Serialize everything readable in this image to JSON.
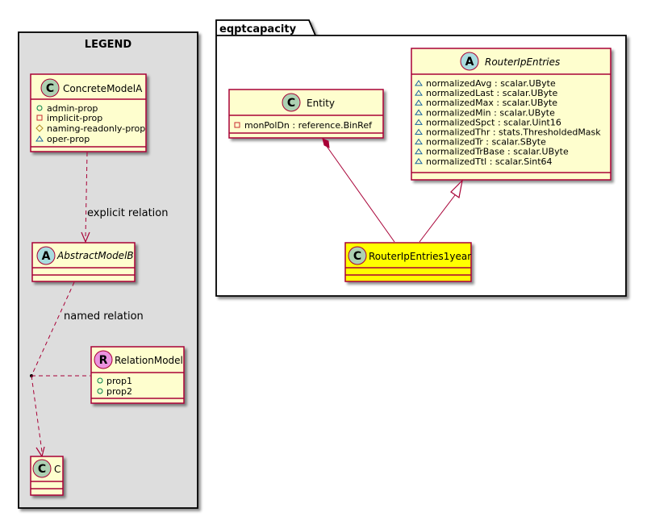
{
  "legend": {
    "title": "LEGEND",
    "concrete": {
      "stereotype": "C",
      "name": "ConcreteModelA",
      "attributes": [
        {
          "visibility": "+",
          "text": "admin-prop"
        },
        {
          "visibility": "-",
          "text": "implicit-prop"
        },
        {
          "visibility": "#",
          "text": "naming-readonly-prop"
        },
        {
          "visibility": "~",
          "text": "oper-prop"
        }
      ]
    },
    "explicit_relation_label": "explicit relation",
    "abstract": {
      "stereotype": "A",
      "name": "AbstractModelB"
    },
    "named_relation_label": "named relation",
    "relation_model": {
      "stereotype": "R",
      "name": "RelationModel",
      "attributes": [
        {
          "visibility": "+",
          "text": "prop1"
        },
        {
          "visibility": "+",
          "text": "prop2"
        }
      ]
    },
    "class_c": {
      "stereotype": "C",
      "name": "C"
    }
  },
  "package": {
    "name": "eqptcapacity",
    "entity": {
      "stereotype": "C",
      "name": "Entity",
      "attributes": [
        {
          "visibility": "-",
          "text": "monPolDn : reference.BinRef"
        }
      ]
    },
    "router": {
      "stereotype": "A",
      "name": "RouterIpEntries",
      "attributes": [
        {
          "visibility": "~",
          "text": "normalizedAvg : scalar.UByte"
        },
        {
          "visibility": "~",
          "text": "normalizedLast : scalar.UByte"
        },
        {
          "visibility": "~",
          "text": "normalizedMax : scalar.UByte"
        },
        {
          "visibility": "~",
          "text": "normalizedMin : scalar.UByte"
        },
        {
          "visibility": "~",
          "text": "normalizedSpct : scalar.Uint16"
        },
        {
          "visibility": "~",
          "text": "normalizedThr : stats.ThresholdedMask"
        },
        {
          "visibility": "~",
          "text": "normalizedTr : scalar.SByte"
        },
        {
          "visibility": "~",
          "text": "normalizedTrBase : scalar.UByte"
        },
        {
          "visibility": "~",
          "text": "normalizedTtl : scalar.Sint64"
        }
      ]
    },
    "year": {
      "stereotype": "C",
      "name": "RouterIpEntries1year"
    }
  },
  "colors": {
    "class_fill": "#FEFECE",
    "border": "#A80036",
    "legend_fill": "#DDDDDD",
    "highlight_fill": "#FFFF00",
    "circle_c": "#ADD1B2",
    "circle_a": "#A9DCDF",
    "circle_r": "#EB93DF",
    "package_border": "#000000"
  }
}
